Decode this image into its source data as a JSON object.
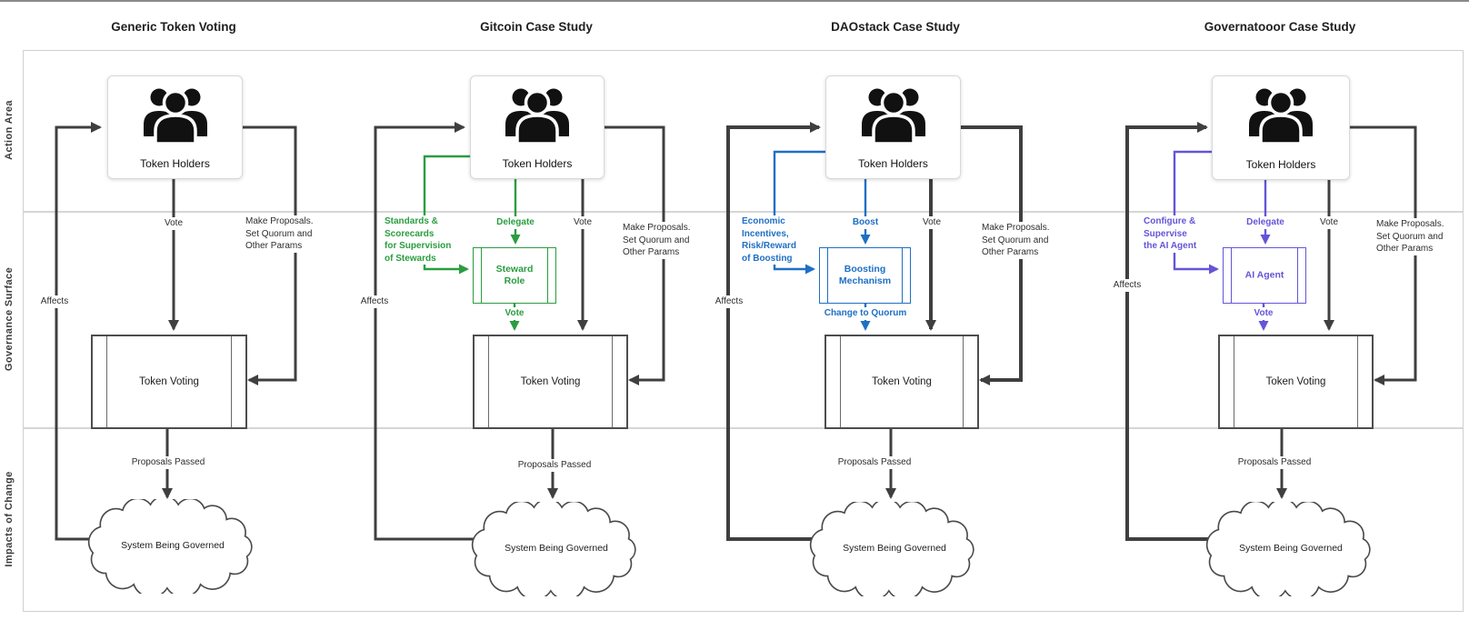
{
  "rows": [
    {
      "label": "Action Area"
    },
    {
      "label": "Governance Surface"
    },
    {
      "label": "Impacts of Change"
    }
  ],
  "colors": {
    "dark_line": "#3f3f3f",
    "green_accent": "#2a9d3f",
    "blue_accent": "#1f6fc5",
    "purple_accent": "#6355d8",
    "frame_line": "#cfcfcf"
  },
  "columns": [
    {
      "title": "Generic Token Voting",
      "token_holders": "Token Holders",
      "token_voting": "Token Voting",
      "cloud": "System Being Governed",
      "labels": {
        "vote": "Vote",
        "make_proposals": "Make Proposals.\nSet Quorum and\nOther Params",
        "affects": "Affects",
        "proposals_passed": "Proposals Passed"
      }
    },
    {
      "title": "Gitcoin Case Study",
      "token_holders": "Token Holders",
      "token_voting": "Token Voting",
      "cloud": "System Being Governed",
      "labels": {
        "vote": "Vote",
        "make_proposals": "Make Proposals.\nSet Quorum and\nOther Params",
        "affects": "Affects",
        "proposals_passed": "Proposals Passed"
      },
      "sub": {
        "side_label": "Standards &\nScorecards\nfor Supervision\nof Stewards",
        "top_label": "Delegate",
        "box": "Steward\nRole",
        "bottom_label": "Vote"
      }
    },
    {
      "title": "DAOstack Case Study",
      "token_holders": "Token Holders",
      "token_voting": "Token Voting",
      "cloud": "System Being Governed",
      "labels": {
        "vote": "Vote",
        "make_proposals": "Make Proposals.\nSet Quorum and\nOther Params",
        "affects": "Affects",
        "proposals_passed": "Proposals Passed"
      },
      "sub": {
        "side_label": "Economic\nIncentives,\nRisk/Reward\nof Boosting",
        "top_label": "Boost",
        "box": "Boosting\nMechanism",
        "bottom_label": "Change to Quorum"
      }
    },
    {
      "title": "Governatooor Case Study",
      "token_holders": "Token Holders",
      "token_voting": "Token Voting",
      "cloud": "System Being Governed",
      "labels": {
        "vote": "Vote",
        "make_proposals": "Make Proposals.\nSet Quorum and\nOther Params",
        "affects": "Affects",
        "proposals_passed": "Proposals Passed"
      },
      "sub": {
        "side_label": "Configure &\nSupervise\nthe AI Agent",
        "top_label": "Delegate",
        "box": "AI Agent",
        "bottom_label": "Vote"
      }
    }
  ]
}
